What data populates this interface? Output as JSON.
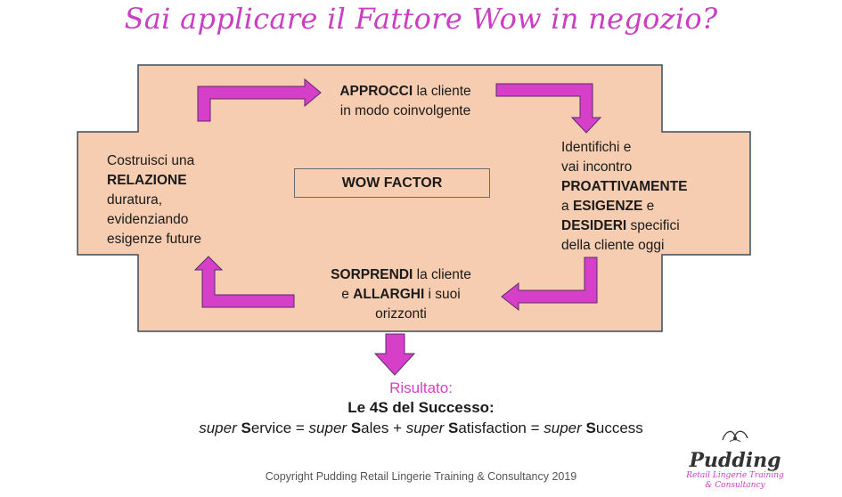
{
  "title": "Sai applicare il Fattore Wow in negozio?",
  "colors": {
    "title": "#c93ec3",
    "board_fill": "#f6cdb1",
    "board_stroke": "#3e4b5a",
    "arrow_fill": "#d640c8",
    "arrow_stroke": "#5a2a6a",
    "risultato": "#d640c8"
  },
  "center": {
    "label": "WOW FACTOR"
  },
  "steps": {
    "top": {
      "bold1": "APPROCCI",
      "text1": " la cliente",
      "line2": "in modo coinvolgente"
    },
    "right": {
      "line1": "Identifichi e",
      "line2": "vai incontro",
      "bold3": "PROATTIVAMENTE",
      "pre4": "a ",
      "bold4": "ESIGENZE",
      "post4": " e",
      "bold5": "DESIDERI",
      "post5": " specifici",
      "line6": "della cliente oggi"
    },
    "bottom": {
      "bold1": "SORPRENDI",
      "text1": " la cliente",
      "pre2": "e ",
      "bold2": "ALLARGHI",
      "text2": " i suoi",
      "line3": "orizzonti"
    },
    "left": {
      "line1": "Costruisci una",
      "bold2": "RELAZIONE",
      "line3": "duratura,",
      "line4": "evidenziando",
      "line5": "esigenze future"
    }
  },
  "result": {
    "label": "Risultato:",
    "heading": "Le 4S del Successo:",
    "formula": {
      "p1_italic": "super",
      "p1_bold": "S",
      "p1_rest": "ervice = ",
      "p2_italic": "super",
      "p2_bold": "S",
      "p2_rest": "ales + ",
      "p3_italic": "super",
      "p3_bold": "S",
      "p3_rest": "atisfaction = ",
      "p4_italic": "super",
      "p4_bold": "S",
      "p4_rest": "uccess"
    }
  },
  "logo": {
    "name": "Pudding",
    "sub1": "Retail Lingerie Training",
    "sub2": "& Consultancy"
  },
  "copyright": "Copyright Pudding Retail Lingerie Training & Consultancy 2019"
}
